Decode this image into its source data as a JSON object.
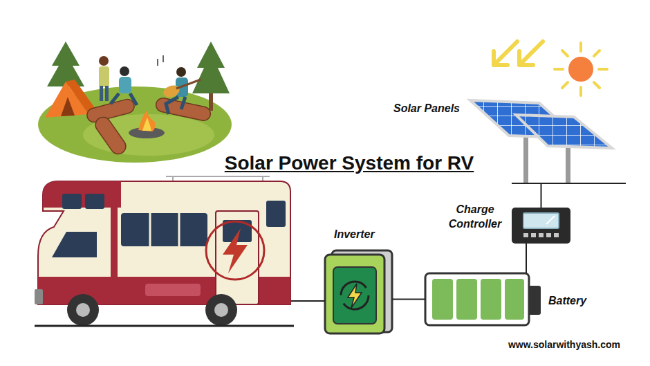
{
  "diagram": {
    "title": "Solar Power System for RV",
    "nodes": [
      {
        "text": [
          "Solar Panels"
        ]
      },
      {
        "text": [
          "Charge Controller"
        ]
      },
      {
        "text": [
          "Battery"
        ]
      },
      {
        "text": [
          "Inverter"
        ]
      }
    ],
    "edges": [
      {
        "from": 0,
        "to": 1,
        "arrow": "none"
      },
      {
        "from": 1,
        "to": 2,
        "arrow": "none"
      },
      {
        "from": 2,
        "to": 3,
        "arrow": "none"
      }
    ],
    "labels": [
      "www.solarwithyash.com"
    ]
  }
}
